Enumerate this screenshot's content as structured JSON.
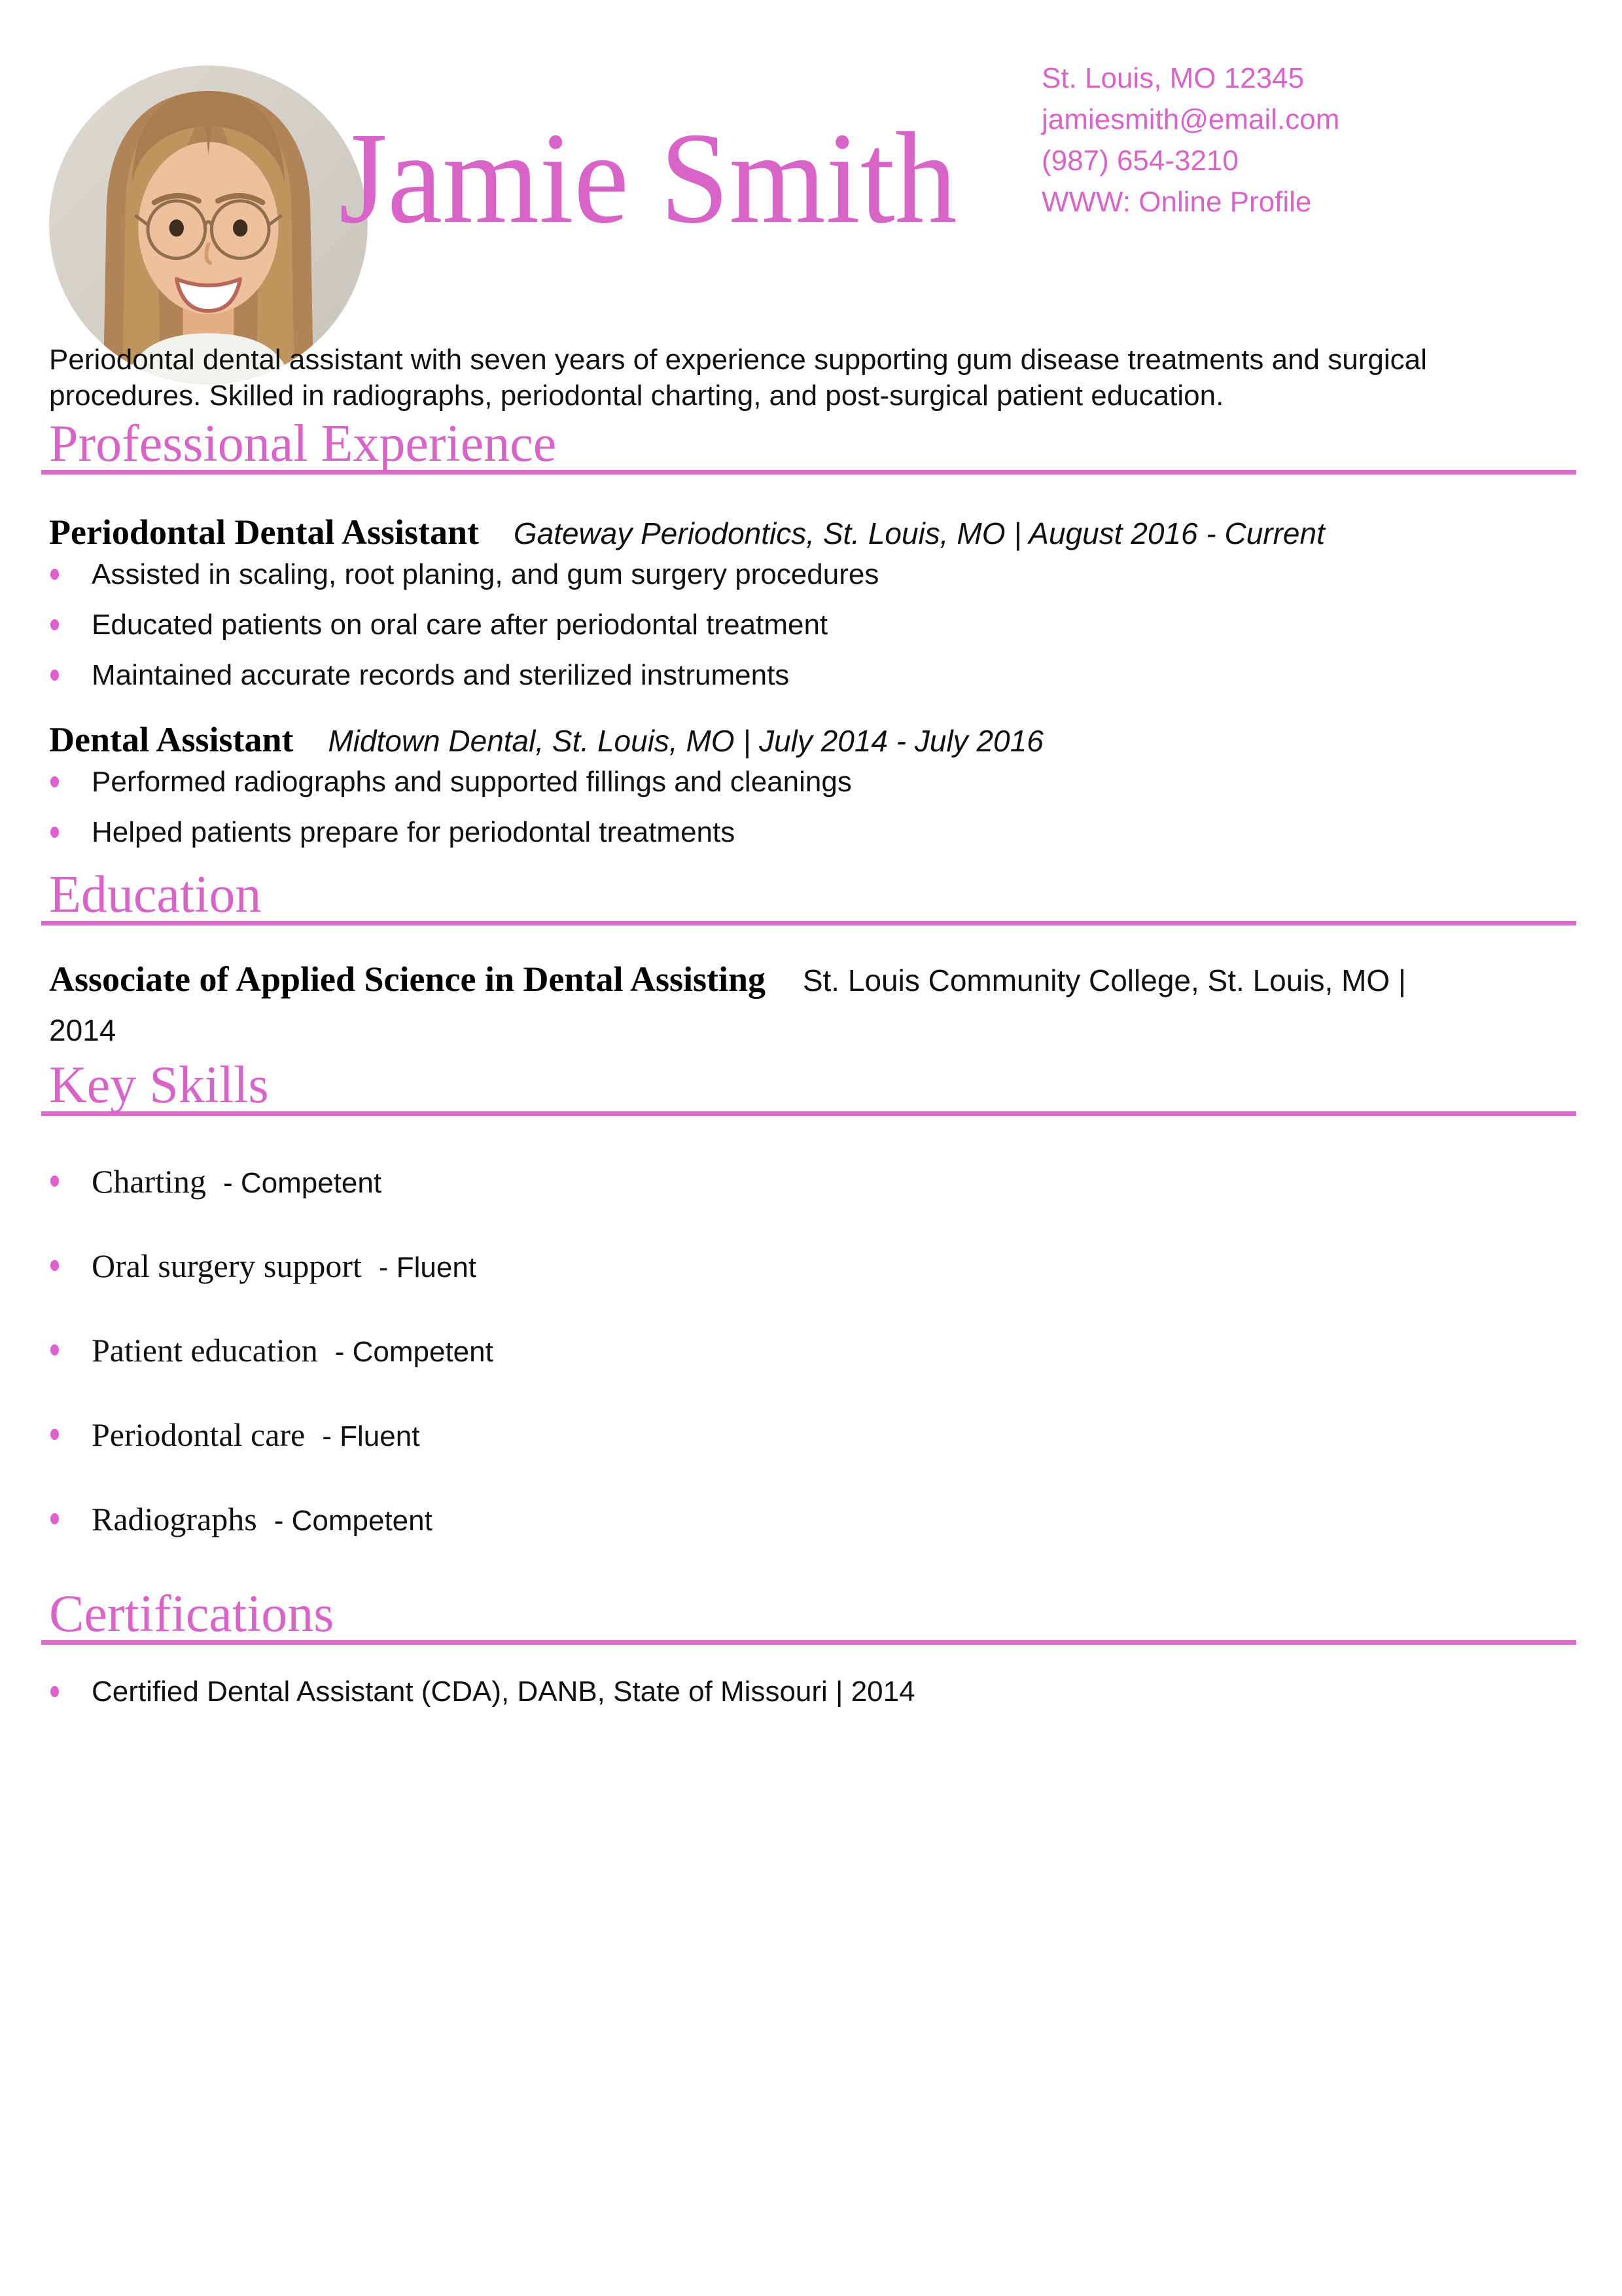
{
  "colors": {
    "accent": "#d964c7",
    "rule": "#de68ca",
    "text": "#111111"
  },
  "header": {
    "name": "Jamie Smith",
    "contact": {
      "address": "St. Louis, MO 12345",
      "email": "jamiesmith@email.com",
      "phone": "(987) 654-3210",
      "website": "WWW: Online Profile"
    }
  },
  "summary": "Periodontal dental assistant with seven years of experience supporting gum disease treatments and surgical procedures. Skilled in radiographs, periodontal charting, and post-surgical patient education.",
  "sections": {
    "experience": {
      "title": "Professional Experience",
      "jobs": [
        {
          "role": "Periodontal Dental Assistant",
          "meta": "Gateway Periodontics, St. Louis, MO | August 2016 - Current",
          "bullets": [
            "Assisted in scaling, root planing, and gum surgery procedures",
            "Educated patients on oral care after periodontal treatment",
            "Maintained accurate records and sterilized instruments"
          ]
        },
        {
          "role": "Dental Assistant",
          "meta": "Midtown Dental, St. Louis, MO | July 2014 - July 2016",
          "bullets": [
            "Performed radiographs and supported fillings and cleanings",
            "Helped patients prepare for periodontal treatments"
          ]
        }
      ]
    },
    "education": {
      "title": "Education",
      "degree": "Associate of Applied Science in Dental Assisting",
      "school": "St. Louis Community College, St. Louis, MO |",
      "year": "2014"
    },
    "skills": {
      "title": "Key Skills",
      "items": [
        {
          "name": "Charting",
          "level": "- Competent"
        },
        {
          "name": "Oral surgery support",
          "level": "- Fluent"
        },
        {
          "name": "Patient education",
          "level": "- Competent"
        },
        {
          "name": "Periodontal care",
          "level": "- Fluent"
        },
        {
          "name": "Radiographs",
          "level": "- Competent"
        }
      ]
    },
    "certifications": {
      "title": "Certifications",
      "items": [
        "Certified Dental Assistant (CDA), DANB, State of Missouri | 2014"
      ]
    }
  }
}
